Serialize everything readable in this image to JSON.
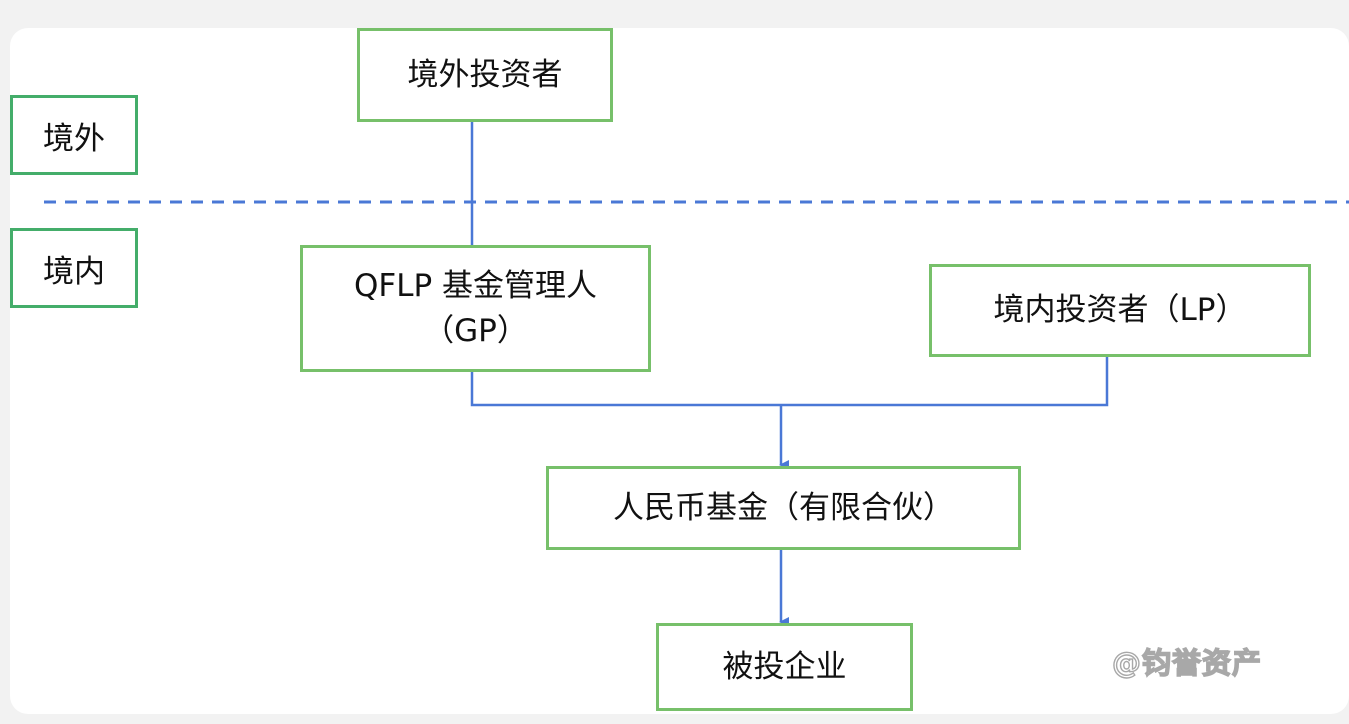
{
  "regions": {
    "offshore": "境外",
    "onshore": "境内"
  },
  "nodes": {
    "foreign_investor": "境外投资者",
    "gp_line1": "QFLP 基金管理人",
    "gp_line2": "（GP）",
    "domestic_lp": "境内投资者（LP）",
    "rmb_fund": "人民币基金（有限合伙）",
    "portfolio_company": "被投企业"
  },
  "watermark": "@钧誉资产",
  "colors": {
    "box_border": "#77c06a",
    "region_border": "#44ad6a",
    "connector": "#4a78d6",
    "divider": "#4a78d6"
  }
}
